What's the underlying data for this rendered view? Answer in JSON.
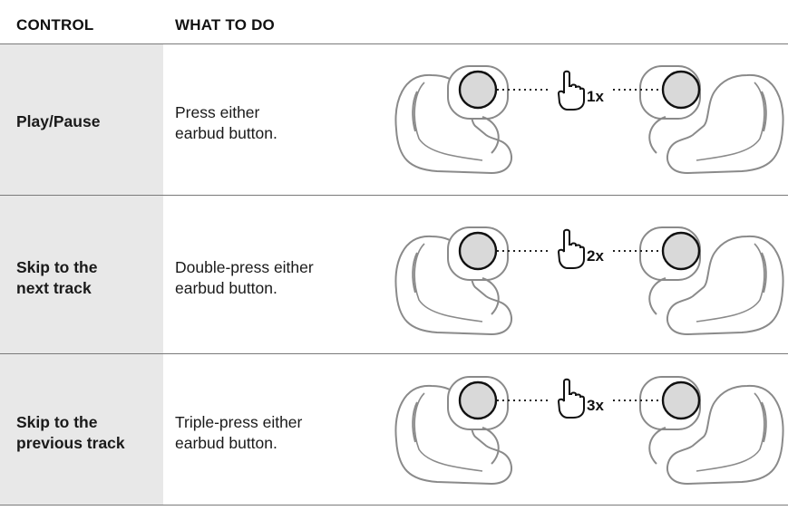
{
  "header": {
    "control": "CONTROL",
    "what_to_do": "WHAT TO DO"
  },
  "rows": [
    {
      "control": [
        "Play/Pause"
      ],
      "action": [
        "Press either",
        "earbud button."
      ],
      "count": "1x"
    },
    {
      "control": [
        "Skip to the",
        "next track"
      ],
      "action": [
        "Double-press either",
        "earbud button."
      ],
      "count": "2x"
    },
    {
      "control": [
        "Skip to the",
        "previous track"
      ],
      "action": [
        "Triple-press either",
        "earbud button."
      ],
      "count": "3x"
    }
  ],
  "icons": {
    "earbud": "earbud-icon",
    "finger": "finger-press-icon"
  },
  "colors": {
    "control_bg": "#e8e8e8",
    "divider": "#7a7a7a",
    "outline": "#8a8a8a",
    "button_fill": "#d9d9d9"
  }
}
